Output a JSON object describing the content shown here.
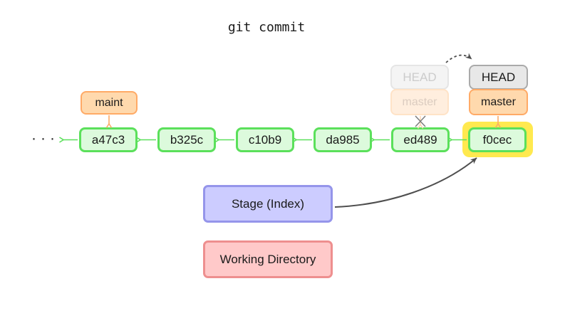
{
  "title": "git commit",
  "graph": {
    "ellipsis": "···",
    "commits": [
      {
        "id": "a47c3"
      },
      {
        "id": "b325c"
      },
      {
        "id": "c10b9"
      },
      {
        "id": "da985"
      },
      {
        "id": "ed489"
      },
      {
        "id": "f0cec"
      }
    ],
    "maint_branch": "maint",
    "old_head": {
      "label": "HEAD",
      "branch": "master"
    },
    "new_head": {
      "label": "HEAD",
      "branch": "master"
    }
  },
  "areas": {
    "stage_label": "Stage (Index)",
    "working_label": "Working Directory"
  },
  "colors": {
    "commit_fill": "#dcfadc",
    "commit_border": "#5be05b",
    "branch_fill": "#ffd9ad",
    "branch_border": "#ffaa66",
    "branch_fill_faded": "#ffeede",
    "branch_border_faded": "#ffe3c7",
    "head_fill": "#e8e8e8",
    "head_border": "#aaaaaa",
    "head_fill_faded": "#f4f4f4",
    "head_border_faded": "#e5e5e5",
    "highlight_yellow": "#ffe94f",
    "stage_fill": "#ccccff",
    "stage_border": "#9595ea",
    "working_fill": "#ffc9c9",
    "working_border": "#ee8f8f",
    "arrow_dark": "#4f4f4f"
  }
}
